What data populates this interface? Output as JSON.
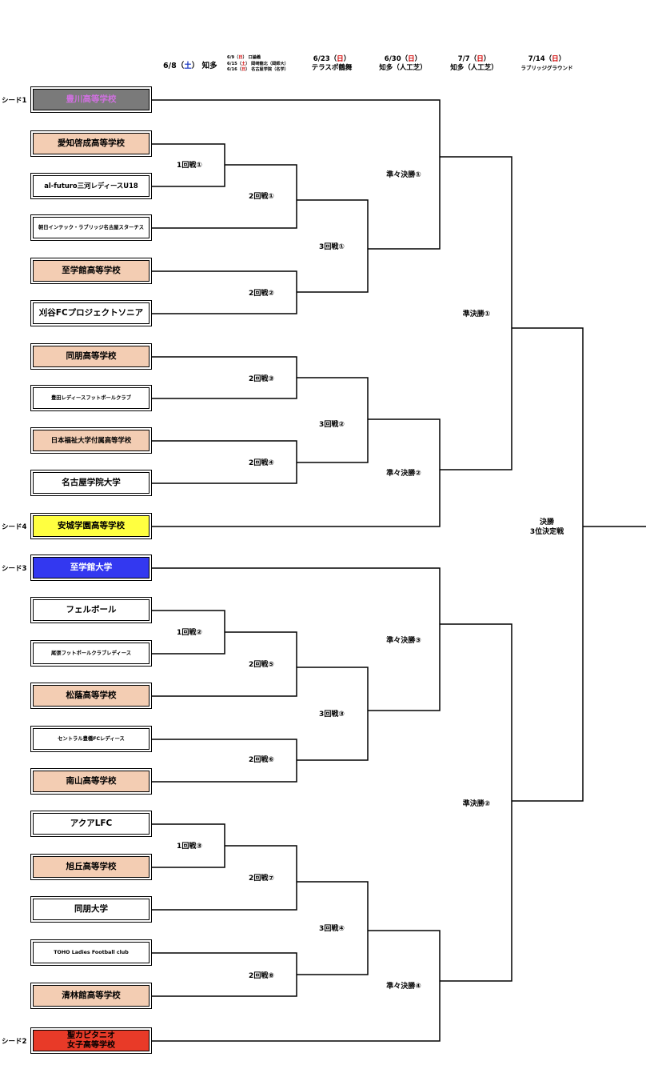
{
  "header": {
    "first_round": {
      "date": "6/8",
      "open": "（",
      "day": "土",
      "close": "）",
      "venue": "知多"
    },
    "notes": [
      {
        "date": "6/9",
        "open": "（",
        "day": "日",
        "close": "）",
        "venue": "口論義"
      },
      {
        "date": "6/15",
        "open": "（",
        "day": "土",
        "close": "）",
        "venue": "岡崎龍北（岡師大）"
      },
      {
        "date": "6/16",
        "open": "（",
        "day": "日",
        "close": "）",
        "venue": "名古屋学院（名学）"
      }
    ],
    "rounds": [
      {
        "date": "6/23",
        "open": "（",
        "day": "日",
        "close": "）",
        "venue": "テラスポ鶴舞"
      },
      {
        "date": "6/30",
        "open": "（",
        "day": "日",
        "close": "）",
        "venue": "知多（人工芝）"
      },
      {
        "date": "7/7",
        "open": "（",
        "day": "日",
        "close": "）",
        "venue": "知多（人工芝）"
      },
      {
        "date": "7/14",
        "open": "（",
        "day": "日",
        "close": "）",
        "venue": "ラブリッジグラウンド"
      }
    ]
  },
  "teams": [
    {
      "name": "豊川高等学校",
      "seed": "シード1",
      "bg": "#7a7a7a",
      "color": "#d070e0"
    },
    {
      "name": "愛知啓成高等学校",
      "seed": "",
      "bg": "#f3cdb3",
      "color": "#000000"
    },
    {
      "name": "al-futuro三河レディースU18",
      "seed": "",
      "bg": "#ffffff",
      "color": "#000000"
    },
    {
      "name": "朝日インテック・ラブリッジ名古屋スターチス",
      "seed": "",
      "bg": "#ffffff",
      "color": "#000000"
    },
    {
      "name": "至学館高等学校",
      "seed": "",
      "bg": "#f3cdb3",
      "color": "#000000"
    },
    {
      "name": "刈谷FCプロジェクトソニア",
      "seed": "",
      "bg": "#ffffff",
      "color": "#000000"
    },
    {
      "name": "同朋高等学校",
      "seed": "",
      "bg": "#f3cdb3",
      "color": "#000000"
    },
    {
      "name": "豊田レディースフットボールクラブ",
      "seed": "",
      "bg": "#ffffff",
      "color": "#000000"
    },
    {
      "name": "日本福祉大学付属高等学校",
      "seed": "",
      "bg": "#f3cdb3",
      "color": "#000000"
    },
    {
      "name": "名古屋学院大学",
      "seed": "",
      "bg": "#ffffff",
      "color": "#000000"
    },
    {
      "name": "安城学園高等学校",
      "seed": "シード4",
      "bg": "#ffff40",
      "color": "#000000"
    },
    {
      "name": "至学館大学",
      "seed": "シード3",
      "bg": "#3338f0",
      "color": "#ffffff"
    },
    {
      "name": "フェルボール",
      "seed": "",
      "bg": "#ffffff",
      "color": "#000000"
    },
    {
      "name": "尾張フットボールクラブレディース",
      "seed": "",
      "bg": "#ffffff",
      "color": "#000000"
    },
    {
      "name": "松蔭高等学校",
      "seed": "",
      "bg": "#f3cdb3",
      "color": "#000000"
    },
    {
      "name": "セントラル豊橋FCレディース",
      "seed": "",
      "bg": "#ffffff",
      "color": "#000000"
    },
    {
      "name": "南山高等学校",
      "seed": "",
      "bg": "#f3cdb3",
      "color": "#000000"
    },
    {
      "name": "アクアLFC",
      "seed": "",
      "bg": "#ffffff",
      "color": "#000000"
    },
    {
      "name": "旭丘高等学校",
      "seed": "",
      "bg": "#f3cdb3",
      "color": "#000000"
    },
    {
      "name": "同朋大学",
      "seed": "",
      "bg": "#ffffff",
      "color": "#000000"
    },
    {
      "name": "TOHO Ladies Football club",
      "seed": "",
      "bg": "#ffffff",
      "color": "#000000"
    },
    {
      "name": "清林館高等学校",
      "seed": "",
      "bg": "#f3cdb3",
      "color": "#000000"
    },
    {
      "name": "聖カピタニオ\n女子高等学校",
      "seed": "シード2",
      "bg": "#e83a28",
      "color": "#000000"
    }
  ],
  "round_labels": [
    "1回戦①",
    "2回戦①",
    "3回戦①",
    "2回戦②",
    "準々決勝①",
    "2回戦③",
    "3回戦②",
    "2回戦④",
    "準々決勝②",
    "準決勝①",
    "1回戦②",
    "2回戦⑤",
    "準々決勝③",
    "3回戦③",
    "2回戦⑥",
    "1回戦③",
    "2回戦⑦",
    "3回戦④",
    "2回戦⑧",
    "準々決勝④",
    "準決勝②"
  ],
  "final_label": "決勝\n3位決定戦"
}
